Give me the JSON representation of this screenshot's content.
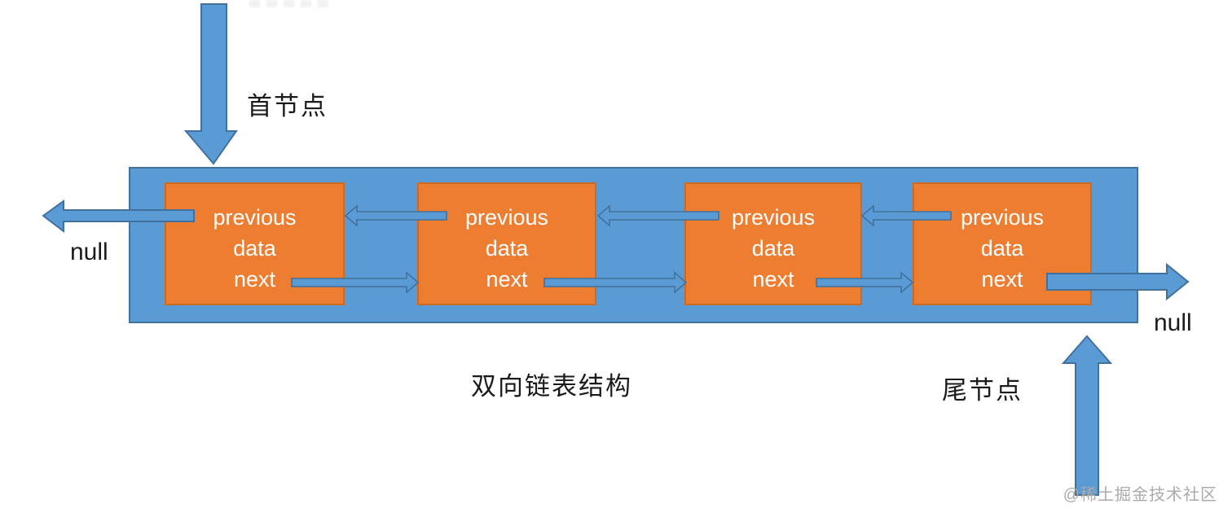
{
  "diagram": {
    "title_caption": "双向链表结构",
    "head_label": "首节点",
    "tail_label": "尾节点",
    "null_left": "null",
    "null_right": "null",
    "nodes": [
      {
        "fields": [
          "previous",
          "data",
          "next"
        ]
      },
      {
        "fields": [
          "previous",
          "data",
          "next"
        ]
      },
      {
        "fields": [
          "previous",
          "data",
          "next"
        ]
      },
      {
        "fields": [
          "previous",
          "data",
          "next"
        ]
      }
    ],
    "arrows": [
      {
        "name": "head-pointer-arrow",
        "direction": "down"
      },
      {
        "name": "null-pointer-arrow-left",
        "direction": "left"
      },
      {
        "name": "null-pointer-arrow-right",
        "direction": "right"
      },
      {
        "name": "tail-pointer-arrow",
        "direction": "up"
      },
      {
        "name": "prev-link-node2-to-node1",
        "direction": "left"
      },
      {
        "name": "prev-link-node3-to-node2",
        "direction": "left"
      },
      {
        "name": "prev-link-node4-to-node3",
        "direction": "left"
      },
      {
        "name": "next-link-node1-to-node2",
        "direction": "right"
      },
      {
        "name": "next-link-node2-to-node3",
        "direction": "right"
      },
      {
        "name": "next-link-node3-to-node4",
        "direction": "right"
      }
    ]
  },
  "watermark": "@稀土掘金技术社区",
  "colors": {
    "blue": "#5B9BD5",
    "blue_border": "#41719C",
    "orange": "#ED7D31",
    "orange_border": "#CB6A22",
    "node_text": "#FFFFFF",
    "label_text": "#1B1B1B",
    "watermark": "#ABABA9"
  }
}
